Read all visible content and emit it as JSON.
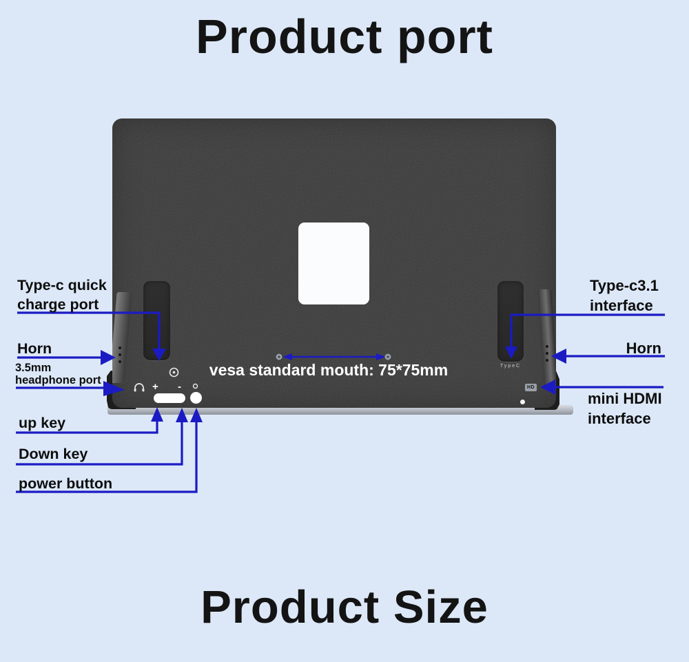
{
  "colors": {
    "background": "#dce8f7",
    "accent_blue": "#1b1bc4",
    "monitor_body": "#363636",
    "vesa_plate": "#ffffff",
    "title_text": "#141414"
  },
  "titles": {
    "top": "Product port",
    "bottom": "Product Size"
  },
  "monitor": {
    "vesa_text": "vesa standard mouth: 75*75mm",
    "typec_caption": "TypeC",
    "hdmi_badge": "HD",
    "volume_plus": "+",
    "volume_minus": "-"
  },
  "annotations": {
    "left": [
      {
        "id": "typec-quick-charge-port",
        "text": "Type-c quick\ncharge port"
      },
      {
        "id": "horn-left",
        "text": "Horn"
      },
      {
        "id": "headphone-port",
        "text": "3.5mm\nheadphone port"
      },
      {
        "id": "up-key",
        "text": "up key"
      },
      {
        "id": "down-key",
        "text": "Down key"
      },
      {
        "id": "power-button",
        "text": "power button"
      }
    ],
    "right": [
      {
        "id": "typec31-interface",
        "text": "Type-c3.1\ninterface"
      },
      {
        "id": "horn-right",
        "text": "Horn"
      },
      {
        "id": "mini-hdmi-interface",
        "text": "mini HDMI\ninterface"
      }
    ]
  },
  "icons": {
    "headphone-icon": "arc-over-dot shape",
    "charge-indicator-icon": "circled-arrow glyph",
    "power-indicator-icon": "small circle outline",
    "speaker-holes-icon": "three vertical dots",
    "vesa-screw-icon": "gray screw circle"
  }
}
